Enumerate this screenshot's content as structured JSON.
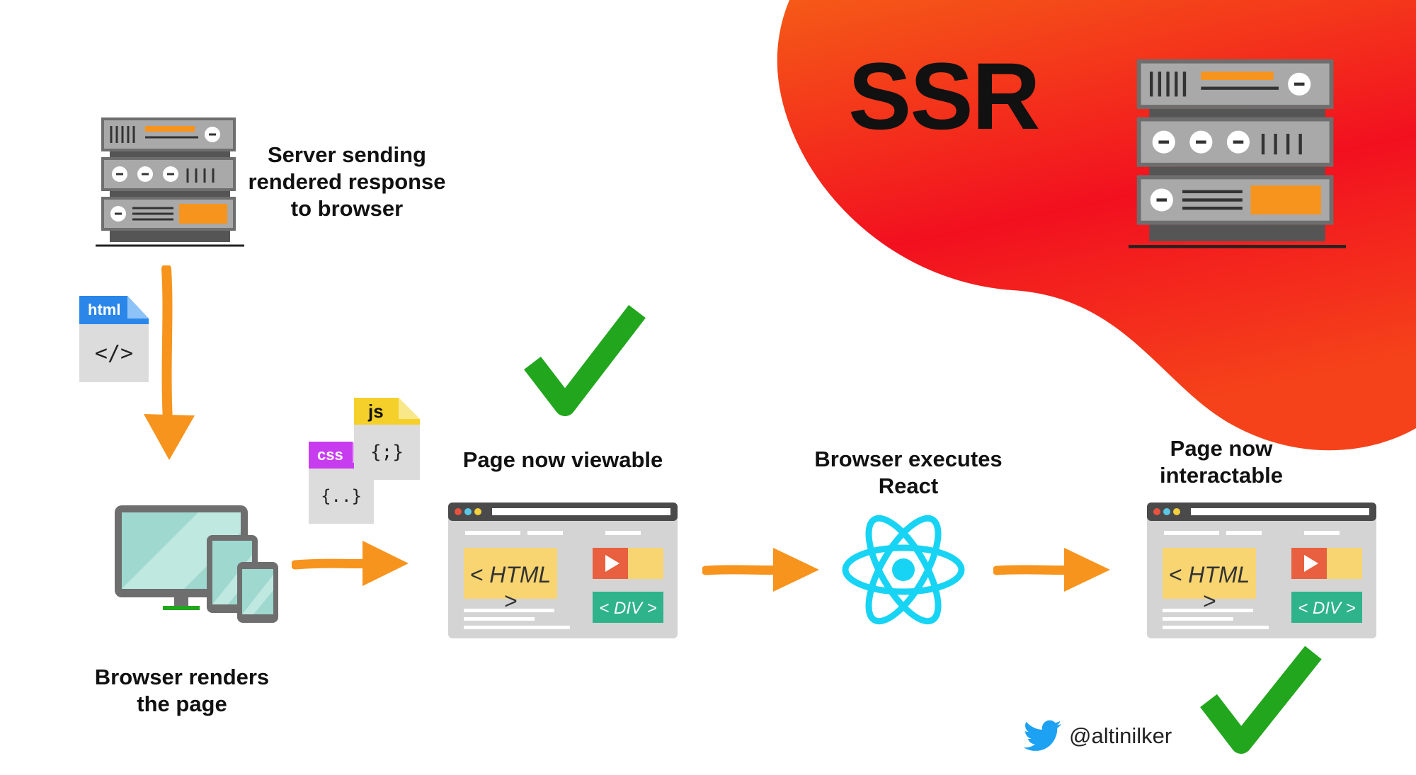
{
  "title": "SSR",
  "labels": {
    "server_line1": "Server sending",
    "server_line2": "rendered response",
    "server_line3": "to browser",
    "browser_renders_line1": "Browser renders",
    "browser_renders_line2": "the page",
    "page_viewable": "Page now viewable",
    "react_line1": "Browser executes",
    "react_line2": "React",
    "interactable_line1": "Page now",
    "interactable_line2": "interactable"
  },
  "files": {
    "html": {
      "tag": "html",
      "content": "</>"
    },
    "js": {
      "tag": "js",
      "content": "{;}"
    },
    "css": {
      "tag": "css",
      "content": "{..}"
    }
  },
  "browser_window": {
    "html_block": "< HTML >",
    "div_block": "< DIV >"
  },
  "handle": "@altinilker",
  "colors": {
    "blob": "#f5201a",
    "arrow": "#f7941d",
    "check": "#22a61e",
    "react": "#17d4f4",
    "html_tag": "#2a86e8",
    "js_tag": "#f5d02a",
    "css_tag": "#c83cf0",
    "twitter": "#1da1f2"
  },
  "icons": [
    "server-icon",
    "devices-icon",
    "react-icon",
    "checkmark-icon",
    "twitter-icon",
    "arrow-icon"
  ]
}
